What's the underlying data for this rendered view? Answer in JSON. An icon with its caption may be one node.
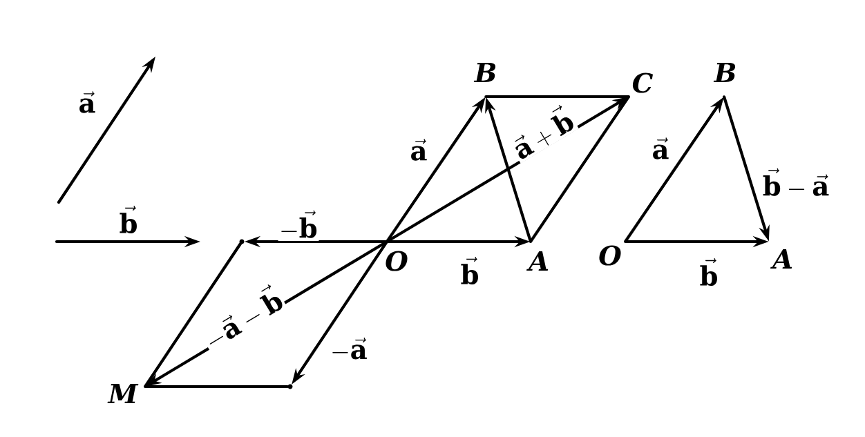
{
  "diagram": {
    "nodes": [
      {
        "text": [
          "O"
        ]
      },
      {
        "text": [
          "A"
        ]
      },
      {
        "text": [
          "B"
        ]
      },
      {
        "text": [
          "C"
        ]
      },
      {
        "text": [],
        "shape": "point"
      },
      {
        "text": [],
        "shape": "point"
      },
      {
        "text": [
          "M"
        ]
      },
      {
        "text": [
          "O"
        ]
      },
      {
        "text": [
          "A"
        ]
      },
      {
        "text": [
          "B"
        ]
      }
    ],
    "edges": [
      {
        "from": 0,
        "to": 1,
        "arrow": "to",
        "label": "\\vec{b}"
      },
      {
        "from": 0,
        "to": 2,
        "arrow": "to",
        "label": "\\vec{a}"
      },
      {
        "from": 0,
        "to": 3,
        "arrow": "to",
        "label": "\\vec{a}+\\vec{b}"
      },
      {
        "from": 1,
        "to": 2,
        "arrow": "to"
      },
      {
        "from": 2,
        "to": 3,
        "arrow": "none"
      },
      {
        "from": 1,
        "to": 3,
        "arrow": "none"
      },
      {
        "from": 0,
        "to": 4,
        "arrow": "to",
        "label": "-\\vec{b}"
      },
      {
        "from": 0,
        "to": 5,
        "arrow": "to",
        "label": "-\\vec{a}"
      },
      {
        "from": 0,
        "to": 6,
        "arrow": "to",
        "label": "-\\vec{a}-\\vec{b}"
      },
      {
        "from": 4,
        "to": 6,
        "arrow": "none"
      },
      {
        "from": 6,
        "to": 5,
        "arrow": "none"
      },
      {
        "from": 7,
        "to": 9,
        "arrow": "to",
        "label": "\\vec{a}"
      },
      {
        "from": 7,
        "to": 8,
        "arrow": "to",
        "label": "\\vec{b}"
      },
      {
        "from": 9,
        "to": 8,
        "arrow": "to",
        "label": "\\vec{b}-\\vec{a}"
      }
    ],
    "labels": [
      "\\vec{a}",
      "\\vec{b}"
    ]
  }
}
